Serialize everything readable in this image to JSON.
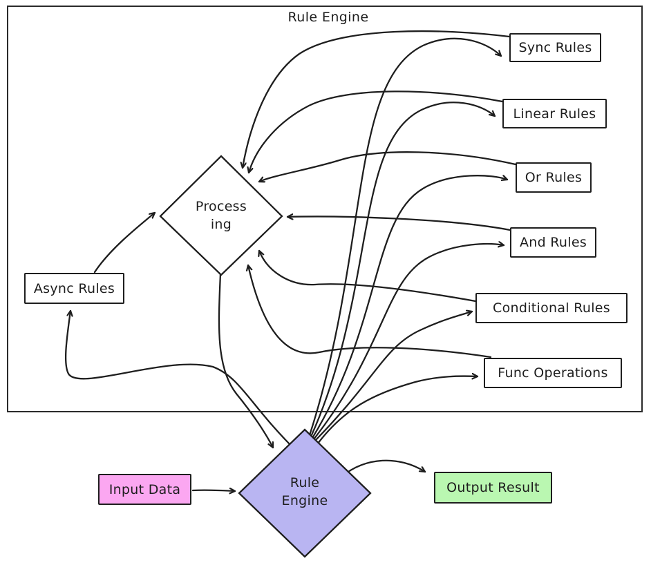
{
  "container": {
    "title": "Rule Engine"
  },
  "nodes": {
    "sync_rules": {
      "label": "Sync Rules"
    },
    "linear_rules": {
      "label": "Linear Rules"
    },
    "or_rules": {
      "label": "Or Rules"
    },
    "and_rules": {
      "label": "And Rules"
    },
    "conditional_rules": {
      "label": "Conditional Rules"
    },
    "func_operations": {
      "label": "Func Operations"
    },
    "async_rules": {
      "label": "Async Rules"
    },
    "processing": {
      "label_line1": "Process",
      "label_line2": "ing",
      "fill": "#ffffff"
    },
    "input_data": {
      "label": "Input Data",
      "fill": "#fba7f1"
    },
    "rule_engine": {
      "label_line1": "Rule",
      "label_line2": "Engine",
      "fill": "#b9b5f2"
    },
    "output_result": {
      "label": "Output Result",
      "fill": "#baf7b1"
    }
  },
  "edges": [
    {
      "from": "input_data",
      "to": "rule_engine"
    },
    {
      "from": "rule_engine",
      "to": "output_result"
    },
    {
      "from": "rule_engine",
      "to": "sync_rules"
    },
    {
      "from": "rule_engine",
      "to": "linear_rules"
    },
    {
      "from": "rule_engine",
      "to": "or_rules"
    },
    {
      "from": "rule_engine",
      "to": "and_rules"
    },
    {
      "from": "rule_engine",
      "to": "conditional_rules"
    },
    {
      "from": "rule_engine",
      "to": "func_operations"
    },
    {
      "from": "rule_engine",
      "to": "async_rules"
    },
    {
      "from": "sync_rules",
      "to": "processing"
    },
    {
      "from": "linear_rules",
      "to": "processing"
    },
    {
      "from": "or_rules",
      "to": "processing"
    },
    {
      "from": "and_rules",
      "to": "processing"
    },
    {
      "from": "conditional_rules",
      "to": "processing"
    },
    {
      "from": "func_operations",
      "to": "processing"
    },
    {
      "from": "async_rules",
      "to": "processing"
    },
    {
      "from": "processing",
      "to": "rule_engine"
    }
  ],
  "colors": {
    "stroke": "#1e1e1e",
    "node_border": "#1e1e1e",
    "node_fill": "#ffffff",
    "text": "#1e1e1e"
  }
}
